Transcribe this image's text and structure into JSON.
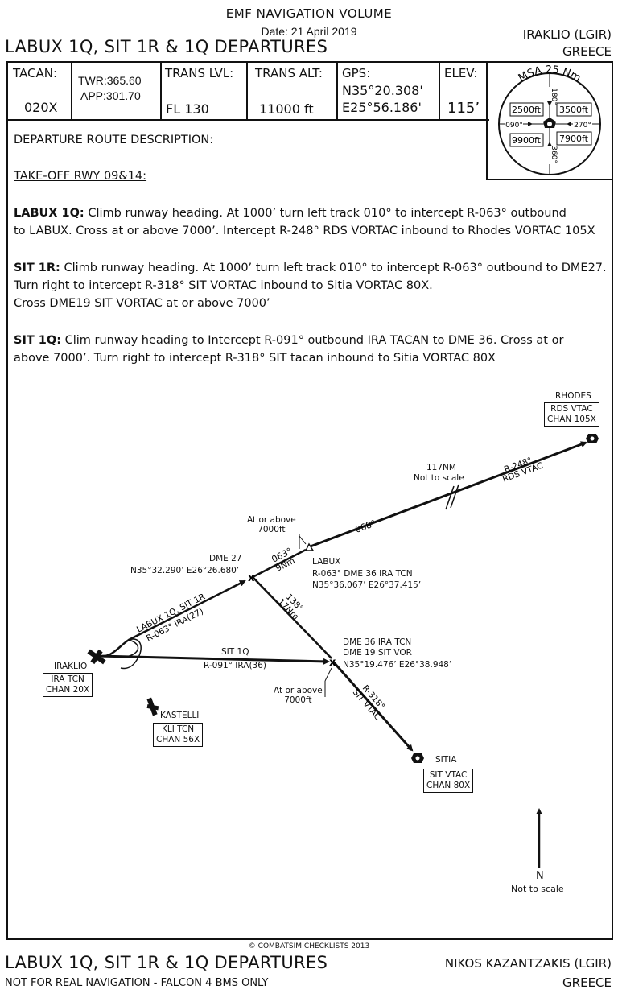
{
  "header": {
    "volume": "EMF NAVIGATION VOLUME",
    "date": "Date: 21 April 2019",
    "title": "LABUX 1Q, SIT 1R & 1Q DEPARTURES",
    "airport": "IRAKLIO (LGIR)",
    "country": "GREECE"
  },
  "info": {
    "tacan_label": "TACAN:",
    "tacan_value": "020X",
    "twr": "TWR:365.60",
    "app": "APP:301.70",
    "trans_lvl_label": "TRANS LVL:",
    "trans_lvl_value": "FL 130",
    "trans_alt_label": "TRANS ALT:",
    "trans_alt_value": "11000 ft",
    "gps_label": "GPS:",
    "gps_lat": "N35°20.308'",
    "gps_lon": "E25°56.186'",
    "elev_label": "ELEV:",
    "elev_value": "115’"
  },
  "msa": {
    "title": "MSA 25 Nm",
    "sectors": [
      "2500ft",
      "3500ft",
      "9900ft",
      "7900ft"
    ],
    "bearings": [
      "180°",
      "090°",
      "270°",
      "360°"
    ]
  },
  "description": {
    "heading": "DEPARTURE ROUTE DESCRIPTION:",
    "runway": "TAKE-OFF RWY 09&14:",
    "routes": [
      {
        "name": "LABUX 1Q:",
        "text": "Climb runway heading. At 1000’ turn left track 010° to intercept R-063° outbound",
        "text2": "to LABUX. Cross  at or above 7000’. Intercept R-248° RDS VORTAC inbound to Rhodes VORTAC 105X"
      },
      {
        "name": "SIT 1R:",
        "text": "Climb runway heading. At 1000’ turn left track 010° to intercept R-063° outbound to DME27.",
        "text2": "Turn right to intercept R-318° SIT VORTAC inbound to Sitia VORTAC 80X.",
        "text3": "Cross DME19 SIT VORTAC  at or above 7000’"
      },
      {
        "name": "SIT 1Q:",
        "text": "Clim runway heading to Intercept R-091° outbound IRA TACAN to DME 36. Cross  at or",
        "text2": "above 7000’. Turn right to intercept R-318° SIT tacan inbound to Sitia VORTAC 80X"
      }
    ]
  },
  "map": {
    "rhodes_name": "RHODES",
    "rhodes_tag": [
      "RDS VTAC",
      "CHAN 105X"
    ],
    "dist_117": [
      "117NM",
      "Not to scale"
    ],
    "r248": [
      "R-248°",
      "RDS VTAC"
    ],
    "track_068": "068°",
    "at_or_above_1": [
      "At or above",
      "7000ft"
    ],
    "labux_name": "LABUX",
    "labux_info": [
      "R-063° DME 36 IRA TCN",
      "N35°36.067’ E26°37.415’"
    ],
    "track_063": [
      "063°",
      "9Nm"
    ],
    "dme27_name": "DME 27",
    "dme27_coords": "N35°32.290’ E26°26.680’",
    "route_labux_label": [
      "LABUX 1Q, SIT 1R",
      "R-063° IRA(27)"
    ],
    "track_138": [
      "138°",
      "17Nm"
    ],
    "sit1q_label": [
      "SIT 1Q",
      "R-091° IRA(36)"
    ],
    "dme36_info": [
      "DME 36 IRA TCN",
      "DME 19 SIT VOR",
      "N35°19.476’ E26°38.948’"
    ],
    "at_or_above_2": [
      "At or above",
      "7000ft"
    ],
    "r318": [
      "R-318°",
      "SIT VTAC"
    ],
    "iraklio_name": "IRAKLIO",
    "iraklio_tag": [
      "IRA TCN",
      "CHAN 20X"
    ],
    "kastelli_name": "KASTELLI",
    "kastelli_tag": [
      "KLI TCN",
      "CHAN 56X"
    ],
    "sitia_name": "SITIA",
    "sitia_tag": [
      "SIT VTAC",
      "CHAN 80X"
    ],
    "north": [
      "N",
      "Not to scale"
    ]
  },
  "footer": {
    "copyright": "© COMBATSIM CHECKLISTS 2013",
    "title": "LABUX 1Q, SIT 1R & 1Q DEPARTURES",
    "disclaimer": "NOT FOR REAL NAVIGATION - FALCON 4 BMS ONLY",
    "airport": "NIKOS KAZANTZAKIS (LGIR)",
    "country": "GREECE"
  }
}
